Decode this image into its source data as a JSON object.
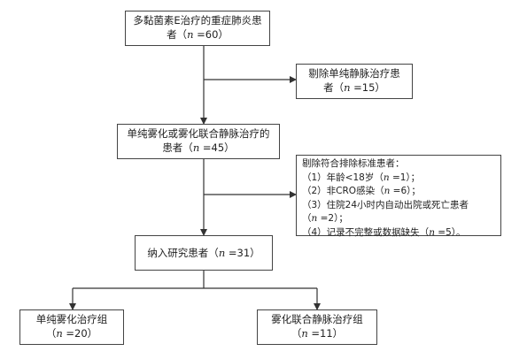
{
  "boxes": {
    "start": {
      "line1": "多黏菌素E治疗的重症肺炎患",
      "line2_pre": "者（",
      "var": "n",
      "line2_post": " =60）"
    },
    "excluded_iv": {
      "line1": "剔除单纯静脉治疗患",
      "line2_pre": "者（",
      "var": "n",
      "line2_post": " =15）"
    },
    "neb_group": {
      "line1": "单纯雾化或雾化联合静脉治疗的",
      "line2_pre": "患者（",
      "var": "n",
      "line2_post": " =45）"
    },
    "excluded_criteria": {
      "title": "剔除符合排除标准患者：",
      "items": [
        {
          "pre": "（1）年龄<18岁（",
          "var": "n",
          "post": " =1）；"
        },
        {
          "pre": "（2）非CRO感染（",
          "var": "n",
          "post": " =6）；"
        },
        {
          "pre": "（3）住院24小时内自动出院或死亡患者",
          "var": "",
          "post": ""
        },
        {
          "pre": "（",
          "var": "n",
          "post": " =2）；"
        },
        {
          "pre": "（4）记录不完整或数据缺失（",
          "var": "n",
          "post": " =5）。"
        }
      ]
    },
    "enrolled": {
      "pre": "纳入研究患者（",
      "var": "n",
      "post": " =31）"
    },
    "neb_only": {
      "line1": "单纯雾化治疗组",
      "line2_pre": "（",
      "var": "n",
      "line2_post": " =20）"
    },
    "neb_iv": {
      "line1": "雾化联合静脉治疗组",
      "line2_pre": "（",
      "var": "n",
      "line2_post": " =11）"
    }
  }
}
